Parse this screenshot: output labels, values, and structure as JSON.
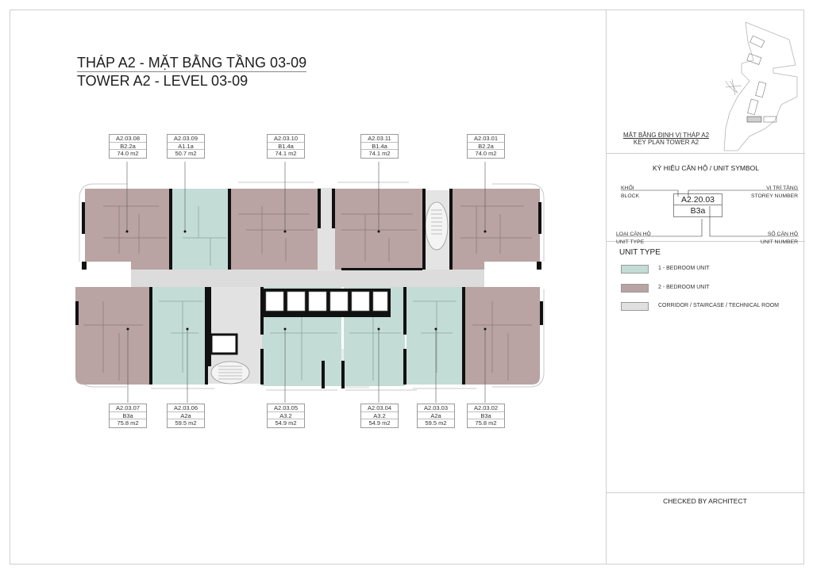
{
  "title": {
    "line1": "THÁP A2 - MẶT BẰNG TẦNG 03-09",
    "line2": "TOWER A2 - LEVEL 03-09"
  },
  "colors": {
    "one_bedroom": "#c4dcd6",
    "two_bedroom": "#b9a3a3",
    "corridor": "#dcdcdc",
    "wall": "#111111",
    "frame": "#cfcfcf"
  },
  "units_top": [
    {
      "code": "A2.03.08",
      "type": "B2.2a",
      "area": "74.0 m2",
      "kind": "2-bedroom"
    },
    {
      "code": "A2.03.09",
      "type": "A1.1a",
      "area": "50.7 m2",
      "kind": "1-bedroom"
    },
    {
      "code": "A2.03.10",
      "type": "B1.4a",
      "area": "74.1 m2",
      "kind": "2-bedroom"
    },
    {
      "code": "A2.03.11",
      "type": "B1.4a",
      "area": "74.1 m2",
      "kind": "2-bedroom"
    },
    {
      "code": "A2.03.01",
      "type": "B2.2a",
      "area": "74.0 m2",
      "kind": "2-bedroom"
    }
  ],
  "units_bottom": [
    {
      "code": "A2.03.07",
      "type": "B3a",
      "area": "75.8 m2",
      "kind": "2-bedroom"
    },
    {
      "code": "A2.03.06",
      "type": "A2a",
      "area": "59.5 m2",
      "kind": "1-bedroom"
    },
    {
      "code": "A2.03.05",
      "type": "A3.2",
      "area": "54.9 m2",
      "kind": "1-bedroom"
    },
    {
      "code": "A2.03.04",
      "type": "A3.2",
      "area": "54.9 m2",
      "kind": "1-bedroom"
    },
    {
      "code": "A2.03.03",
      "type": "A2a",
      "area": "59.5 m2",
      "kind": "1-bedroom"
    },
    {
      "code": "A2.03.02",
      "type": "B3a",
      "area": "75.8 m2",
      "kind": "2-bedroom"
    }
  ],
  "key_plan": {
    "title_vi": "MẶT BẰNG ĐỊNH VỊ THÁP A2",
    "title_en": "KEY PLAN TOWER A2"
  },
  "unit_symbol": {
    "title": "KÝ HIỆU CĂN HỘ / UNIT SYMBOL",
    "block_vi": "KHỐI",
    "block_en": "BLOCK",
    "storey_vi": "VỊ TRÍ TẦNG",
    "storey_en": "STOREY NUMBER",
    "type_vi": "LOẠI CĂN HỘ",
    "type_en": "UNIT TYPE",
    "number_vi": "SỐ CĂN HỘ",
    "number_en": "UNIT NUMBER",
    "example_code": "A2.20.03",
    "example_type": "B3a"
  },
  "unit_type": {
    "title": "UNIT TYPE",
    "items": [
      {
        "label": "1 - BEDROOM UNIT",
        "color": "#c4dcd6"
      },
      {
        "label": "2 - BEDROOM UNIT",
        "color": "#b9a3a3"
      },
      {
        "label": "CORRIDOR / STAIRCASE / TECHNICAL ROOM",
        "color": "#e0e0e0"
      }
    ]
  },
  "footer": {
    "checked": "CHECKED BY ARCHITECT"
  }
}
